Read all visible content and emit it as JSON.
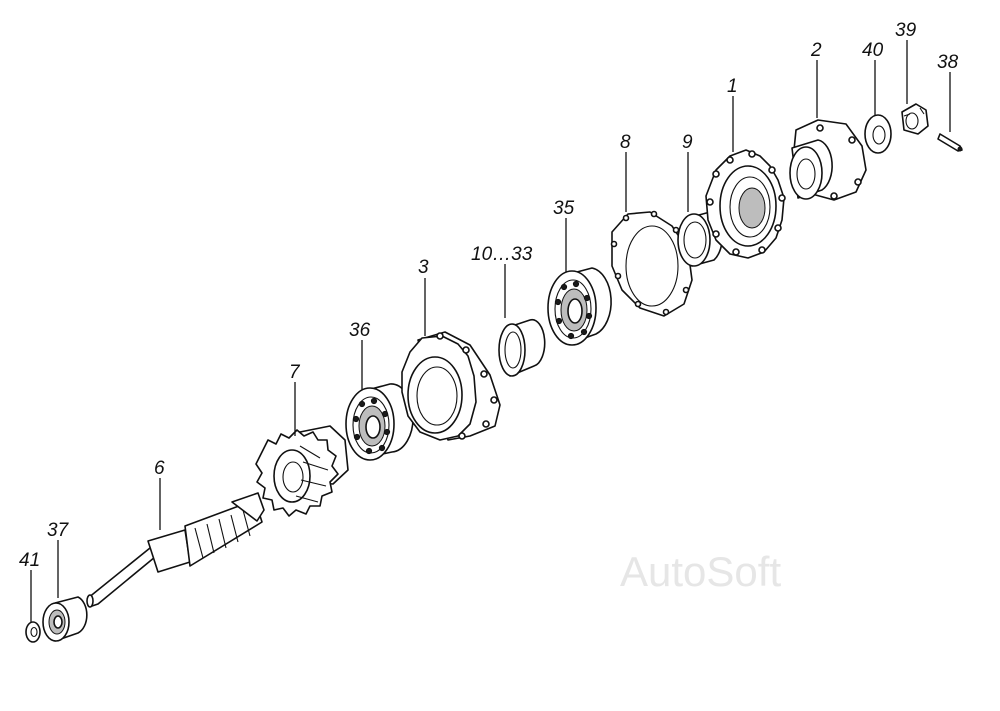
{
  "callouts": [
    {
      "id": "41",
      "label": "41"
    },
    {
      "id": "37",
      "label": "37"
    },
    {
      "id": "6",
      "label": "6"
    },
    {
      "id": "7",
      "label": "7"
    },
    {
      "id": "36",
      "label": "36"
    },
    {
      "id": "3",
      "label": "3"
    },
    {
      "id": "10-33",
      "label": "10…33"
    },
    {
      "id": "35",
      "label": "35"
    },
    {
      "id": "8",
      "label": "8"
    },
    {
      "id": "9",
      "label": "9"
    },
    {
      "id": "1",
      "label": "1"
    },
    {
      "id": "2",
      "label": "2"
    },
    {
      "id": "40",
      "label": "40"
    },
    {
      "id": "39",
      "label": "39"
    },
    {
      "id": "38",
      "label": "38"
    }
  ],
  "watermark": "AutoSoft"
}
